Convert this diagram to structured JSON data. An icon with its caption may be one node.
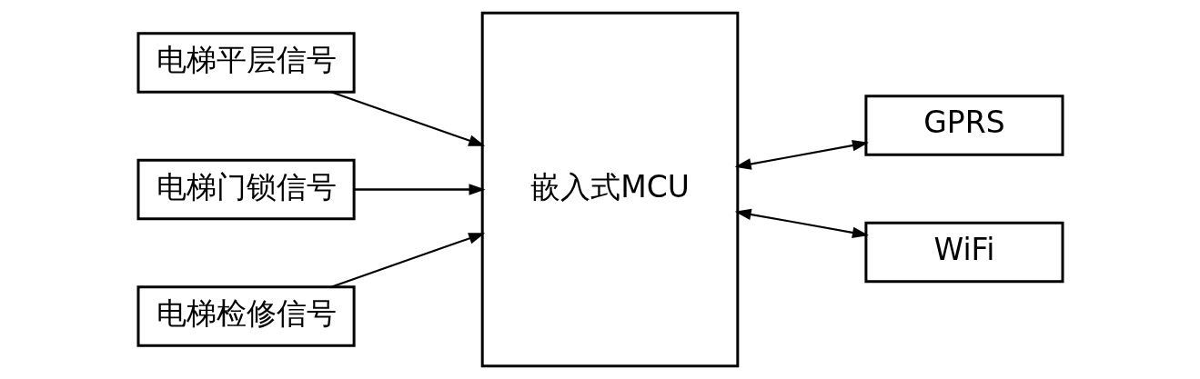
{
  "diagram": {
    "nodes": [
      {
        "text": [
          "电梯平层信号"
        ]
      },
      {
        "text": [
          "电梯门锁信号"
        ]
      },
      {
        "text": [
          "电梯检修信号"
        ]
      },
      {
        "text": [
          "嵌入式MCU"
        ]
      },
      {
        "text": [
          "GPRS"
        ]
      },
      {
        "text": [
          "WiFi"
        ]
      }
    ],
    "edges": [
      {
        "from": 0,
        "to": 3,
        "arrow": "to"
      },
      {
        "from": 1,
        "to": 3,
        "arrow": "to"
      },
      {
        "from": 2,
        "to": 3,
        "arrow": "to"
      },
      {
        "from": 3,
        "to": 4,
        "arrow": "both"
      },
      {
        "from": 3,
        "to": 5,
        "arrow": "both"
      }
    ]
  }
}
